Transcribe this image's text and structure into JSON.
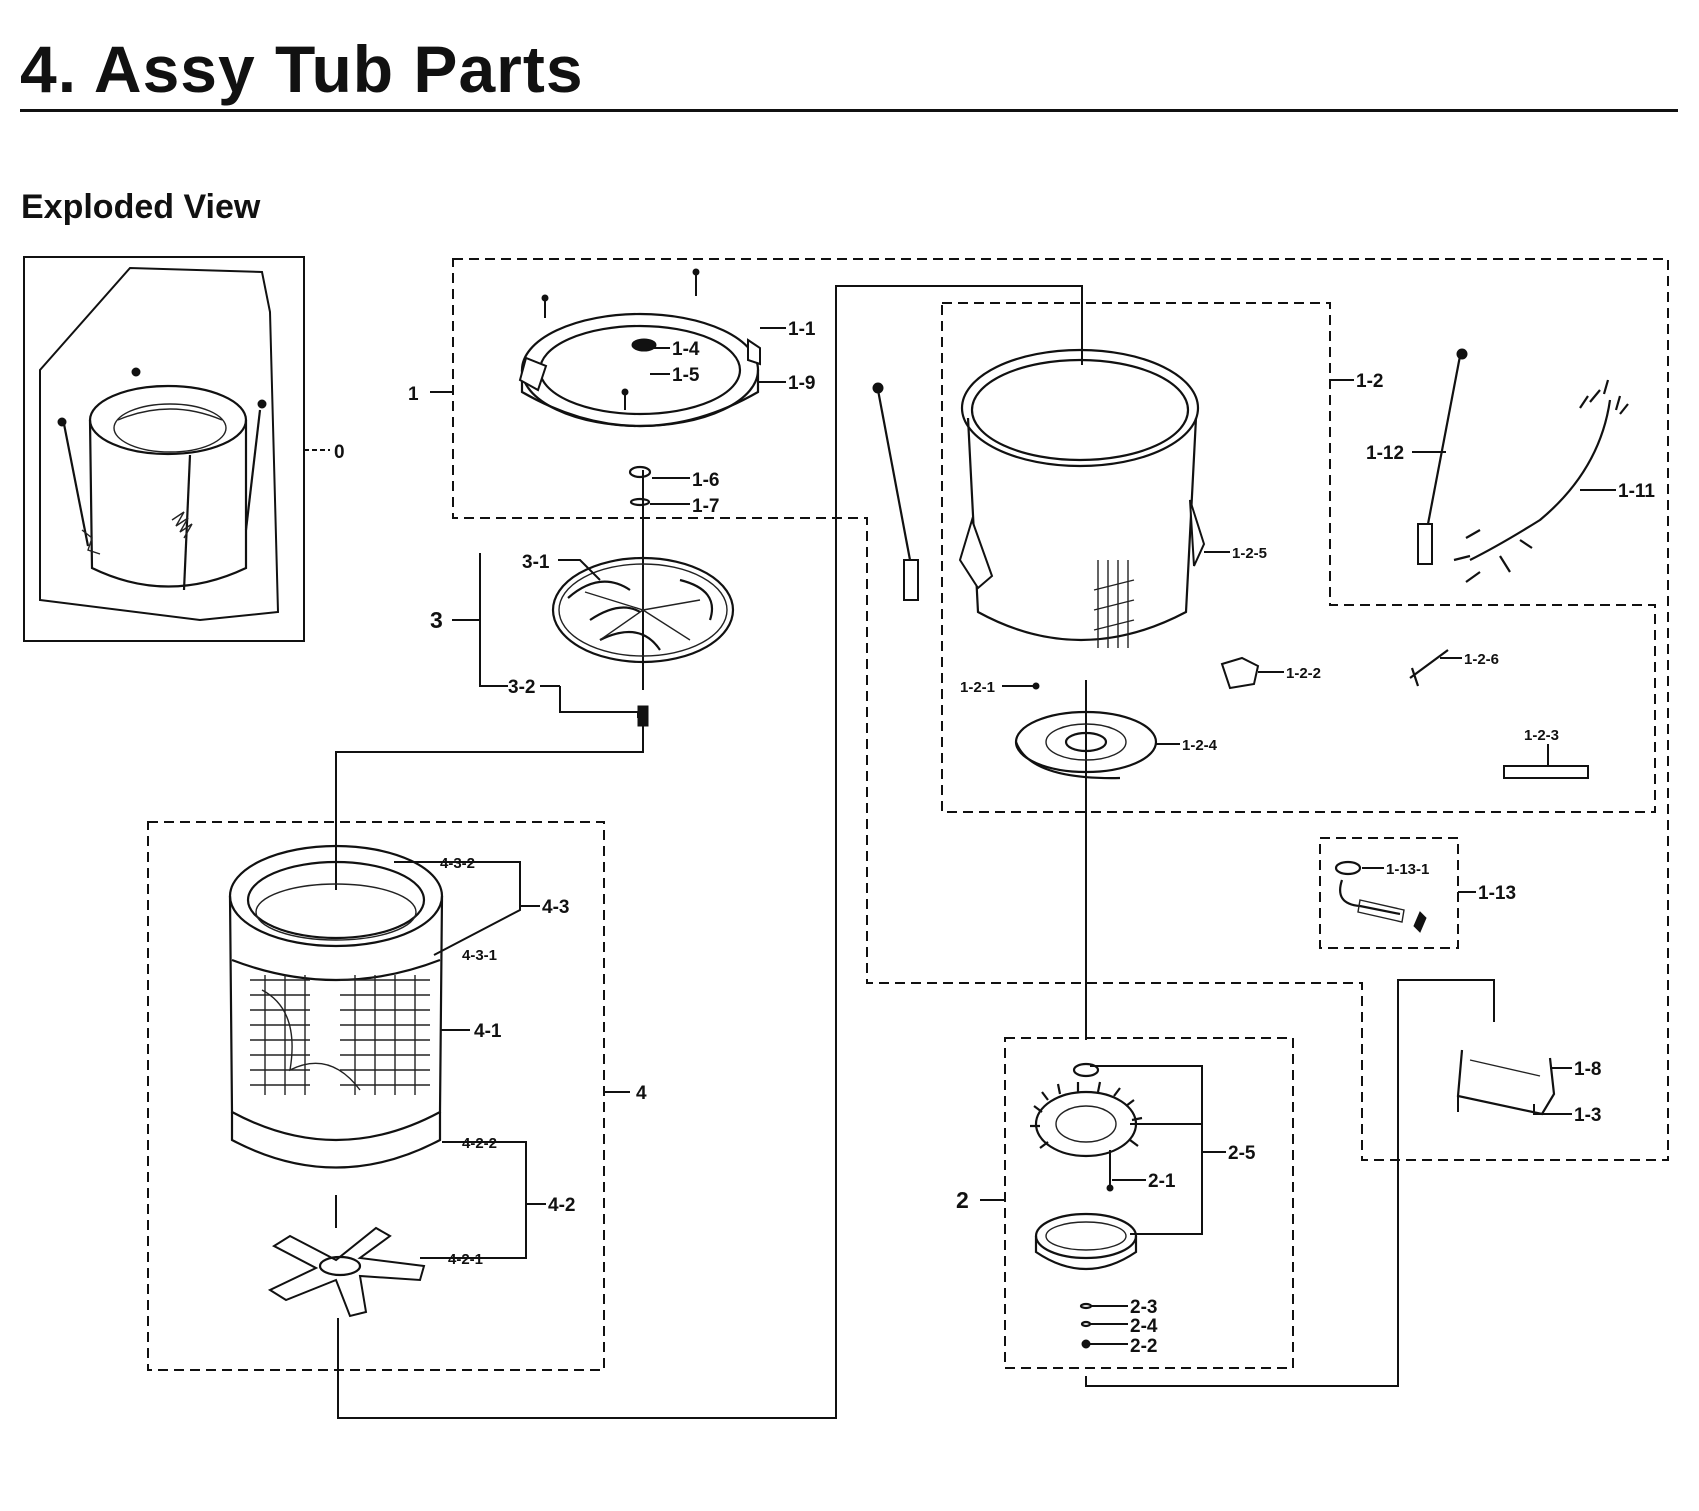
{
  "title": "4.  Assy Tub Parts",
  "subtitle": "Exploded View",
  "labels": {
    "l0": "0",
    "l1": "1",
    "l1_1": "1-1",
    "l1_2": "1-2",
    "l1_2_1": "1-2-1",
    "l1_2_2": "1-2-2",
    "l1_2_3": "1-2-3",
    "l1_2_4": "1-2-4",
    "l1_2_5": "1-2-5",
    "l1_2_6": "1-2-6",
    "l1_3": "1-3",
    "l1_4": "1-4",
    "l1_5": "1-5",
    "l1_6": "1-6",
    "l1_7": "1-7",
    "l1_8": "1-8",
    "l1_9": "1-9",
    "l1_11": "1-11",
    "l1_12": "1-12",
    "l1_13": "1-13",
    "l1_13_1": "1-13-1",
    "l2": "2",
    "l2_1": "2-1",
    "l2_2": "2-2",
    "l2_3": "2-3",
    "l2_4": "2-4",
    "l2_5": "2-5",
    "l3": "3",
    "l3_1": "3-1",
    "l3_2": "3-2",
    "l4": "4",
    "l4_1": "4-1",
    "l4_2": "4-2",
    "l4_2_1": "4-2-1",
    "l4_2_2": "4-2-2",
    "l4_3": "4-3",
    "l4_3_1": "4-3-1",
    "l4_3_2": "4-3-2"
  }
}
